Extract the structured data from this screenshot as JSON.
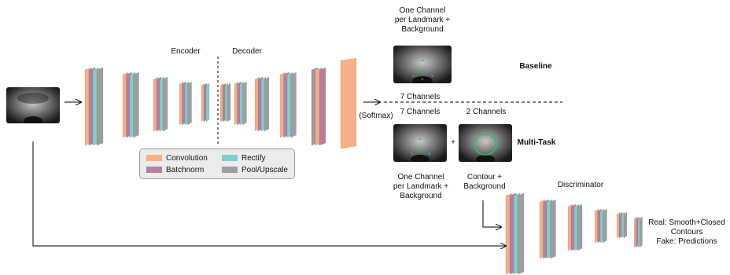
{
  "labels": {
    "encoder": "Encoder",
    "decoder": "Decoder",
    "softmax": "(Softmax)",
    "baseline": "Baseline",
    "seven_channels_top": "7 Channels",
    "seven_channels": "7 Channels",
    "two_channels": "2 Channels",
    "plus": "+",
    "multitask": "Multi-Task",
    "one_channel_top": "One Channel\nper Landmark +\nBackground",
    "one_channel_bottom": "One Channel\nper Landmark +\nBackground",
    "contour": "Contour +\nBackground",
    "discriminator": "Discriminator",
    "real_fake": "Real: Smooth+Closed\nContours\nFake: Predictions"
  },
  "legend": {
    "convolution": "Convolution",
    "rectify": "Rectify",
    "batchnorm": "Batchnorm",
    "pool": "Pool/Upscale"
  },
  "colors": {
    "convolution": "#f4b183",
    "rectify": "#7ecfcf",
    "batchnorm": "#b87ea2",
    "pool": "#9e9e9e",
    "landmark_marks": "#22c55e",
    "line": "#000000"
  }
}
